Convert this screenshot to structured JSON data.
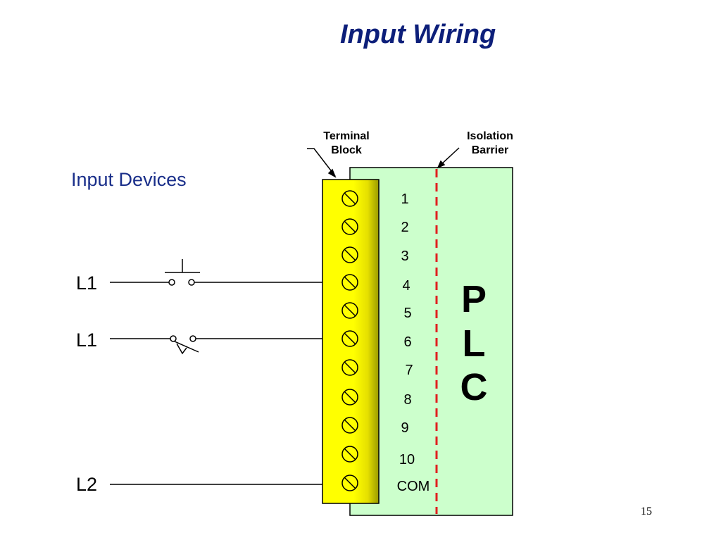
{
  "slide": {
    "title": "Input Wiring",
    "page_number": "15"
  },
  "labels": {
    "input_devices": "Input Devices",
    "terminal_block_line1": "Terminal",
    "terminal_block_line2": "Block",
    "isolation_barrier_line1": "Isolation",
    "isolation_barrier_line2": "Barrier"
  },
  "lines": {
    "line1_a": "L1",
    "line1_b": "L1",
    "line2": "L2"
  },
  "plc": {
    "letters": [
      "P",
      "L",
      "C"
    ]
  },
  "terminals": [
    "1",
    "2",
    "3",
    "4",
    "5",
    "6",
    "7",
    "8",
    "9",
    "10",
    "COM"
  ],
  "colors": {
    "plc_body": "#ccffcc",
    "terminal_block": "#ffff00",
    "terminal_block_shade": "#999900",
    "isolation_barrier": "#e0201f",
    "title": "#0d1f7a"
  },
  "devices": [
    {
      "type": "pushbutton-normally-open",
      "line": "L1"
    },
    {
      "type": "limit-switch-normally-open",
      "line": "L1"
    }
  ]
}
